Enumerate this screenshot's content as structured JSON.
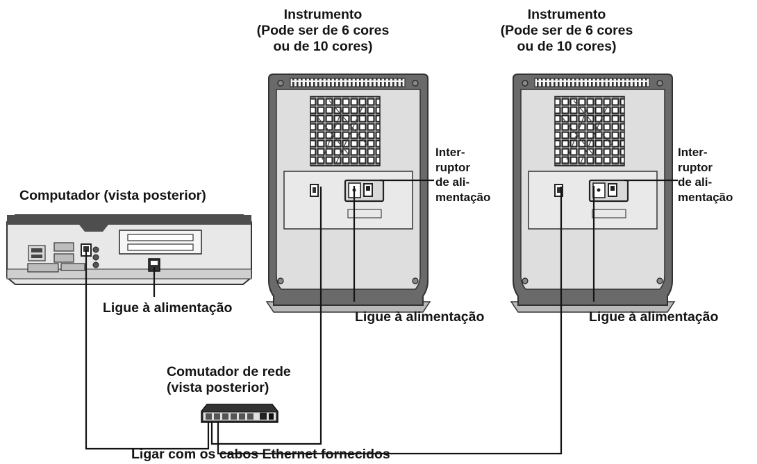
{
  "labels": {
    "instrument_1": [
      "Instrumento",
      "(Pode ser de 6 cores",
      "ou de 10 cores)"
    ],
    "instrument_2": [
      "Instrumento",
      "(Pode ser de 6 cores",
      "ou de 10 cores)"
    ],
    "power_switch_1": [
      "Inter-",
      "ruptor",
      "de ali-",
      "mentação"
    ],
    "power_switch_2": [
      "Inter-",
      "ruptor",
      "de ali-",
      "mentação"
    ],
    "computer": "Computador (vista posterior)",
    "computer_power": "Ligue à alimentação",
    "instrument_1_power": "Ligue à alimentação",
    "instrument_2_power": "Ligue à alimentação",
    "network_switch": [
      "Comutador de rede",
      "(vista posterior)"
    ],
    "ethernet_caption": "Ligar com os cabos Ethernet fornecidos"
  },
  "icons": {
    "instrument": "instrument-rear-icon",
    "computer": "computer-rear-icon",
    "network_switch": "network-switch-icon"
  },
  "colors": {
    "line": "#141414",
    "text": "#141414",
    "panel": "#dcdcdc",
    "frame": "#555555"
  }
}
